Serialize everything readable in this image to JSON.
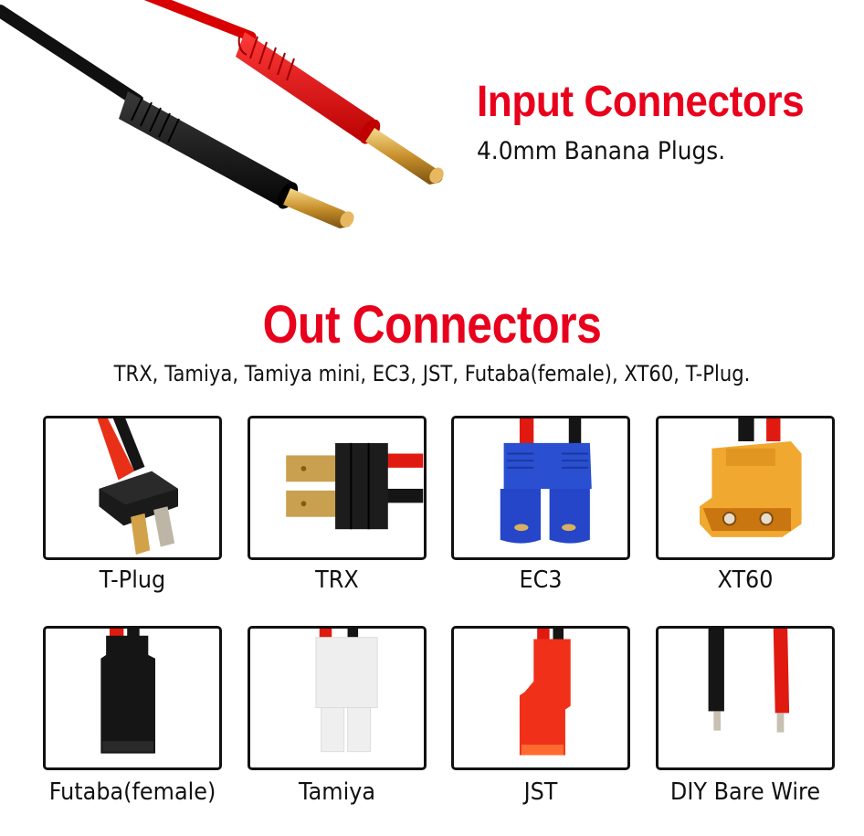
{
  "input_section": {
    "title": "Input Connectors",
    "subtitle": "4.0mm Banana Plugs."
  },
  "output_section": {
    "title": "Out Connectors",
    "list": "TRX, Tamiya, Tamiya mini, EC3, JST, Futaba(female), XT60, T-Plug."
  },
  "connectors": [
    {
      "label": "T-Plug",
      "icon": "t-plug-connector-icon"
    },
    {
      "label": "TRX",
      "icon": "trx-connector-icon"
    },
    {
      "label": "EC3",
      "icon": "ec3-connector-icon"
    },
    {
      "label": "XT60",
      "icon": "xt60-connector-icon"
    },
    {
      "label": "Futaba(female)",
      "icon": "futaba-connector-icon"
    },
    {
      "label": "Tamiya",
      "icon": "tamiya-connector-icon"
    },
    {
      "label": "JST",
      "icon": "jst-connector-icon"
    },
    {
      "label": "DIY Bare Wire",
      "icon": "bare-wire-icon"
    }
  ],
  "colors": {
    "title_red": "#e8001c",
    "wire_red": "#e01010",
    "wire_black": "#151515",
    "ec3_blue": "#2546c8",
    "xt60_yellow": "#f0a830",
    "jst_red": "#f03018",
    "gold": "#d4a040"
  }
}
